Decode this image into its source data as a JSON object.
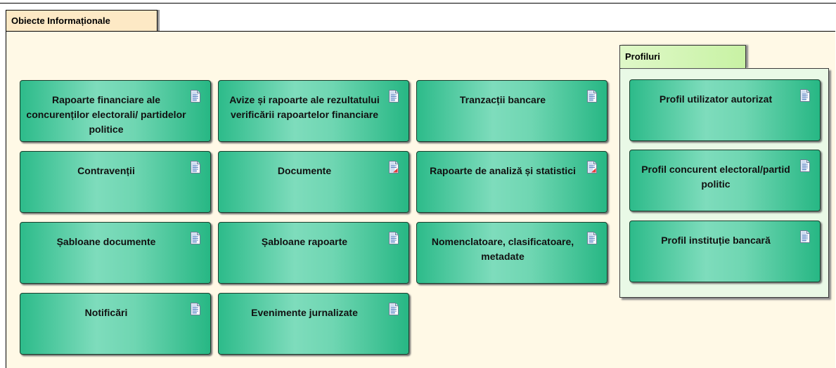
{
  "package": {
    "title": "Obiecte Informaționale"
  },
  "items": [
    {
      "label": "Rapoarte financiare ale concurenților electorali/ partidelor politice",
      "icon": "document-icon"
    },
    {
      "label": "Avize și rapoarte ale rezultatului verificării rapoartelor financiare",
      "icon": "document-icon"
    },
    {
      "label": "Tranzacții bancare",
      "icon": "document-icon"
    },
    {
      "label": "Contravenții",
      "icon": "document-icon"
    },
    {
      "label": "Documente",
      "icon": "document-report-icon"
    },
    {
      "label": "Rapoarte de analiză și statistici",
      "icon": "document-report-icon"
    },
    {
      "label": "Șabloane documente",
      "icon": "document-icon"
    },
    {
      "label": "Șabloane rapoarte",
      "icon": "document-icon"
    },
    {
      "label": "Nomenclatoare, clasificatoare, metadate",
      "icon": "document-icon"
    },
    {
      "label": "Notificări",
      "icon": "document-icon"
    },
    {
      "label": "Evenimente jurnalizate",
      "icon": "document-icon"
    }
  ],
  "profiles": {
    "title": "Profiluri",
    "items": [
      {
        "label": "Profil utilizator autorizat",
        "icon": "document-icon"
      },
      {
        "label": "Profil concurent electoral/partid politic",
        "icon": "document-icon"
      },
      {
        "label": "Profil instituție bancară",
        "icon": "document-icon"
      }
    ]
  },
  "colors": {
    "element_fill": "#5fd0a8",
    "package_fill": "#fff9e6",
    "profiles_fill": "#e9f9e6",
    "tab_fill": "#fde9c5"
  }
}
